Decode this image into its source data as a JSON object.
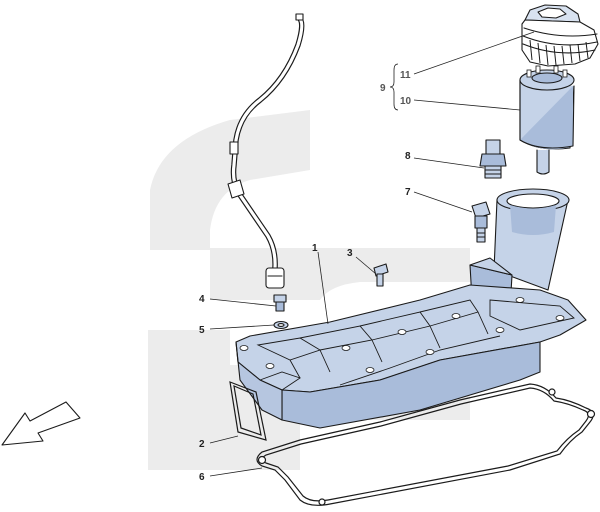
{
  "diagram": {
    "callouts": [
      {
        "id": "1",
        "text": "1"
      },
      {
        "id": "2",
        "text": "2"
      },
      {
        "id": "3",
        "text": "3"
      },
      {
        "id": "4",
        "text": "4"
      },
      {
        "id": "5",
        "text": "5"
      },
      {
        "id": "6",
        "text": "6"
      },
      {
        "id": "7",
        "text": "7"
      },
      {
        "id": "8",
        "text": "8"
      },
      {
        "id": "9",
        "text": "9"
      },
      {
        "id": "10",
        "text": "10"
      },
      {
        "id": "11",
        "text": "11"
      }
    ],
    "colors": {
      "part_fill": "#c5d3e8",
      "part_shade": "#a9bcda",
      "watermark": "#ececec",
      "outline": "#1b1b1b"
    },
    "icons": [
      "direction-arrow-icon"
    ]
  }
}
